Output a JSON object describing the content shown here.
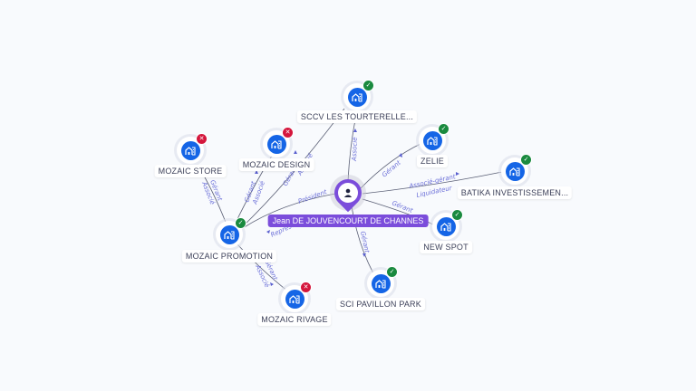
{
  "center": {
    "name": "Jean DE JOUVENCOURT DE CHANNES",
    "icon": "person-icon",
    "color": "#7b4ddb"
  },
  "nodes": [
    {
      "id": "sccv",
      "label": "SCCV LES TOURTERELLE...",
      "status": "active"
    },
    {
      "id": "design",
      "label": "MOZAIC DESIGN",
      "status": "closed"
    },
    {
      "id": "store",
      "label": "MOZAIC STORE",
      "status": "closed"
    },
    {
      "id": "zelie",
      "label": "ZELIE",
      "status": "active"
    },
    {
      "id": "batika",
      "label": "BATIKA INVESTISSEMEN...",
      "status": "active"
    },
    {
      "id": "newspot",
      "label": "NEW SPOT",
      "status": "active"
    },
    {
      "id": "promotion",
      "label": "MOZAIC PROMOTION",
      "status": "active"
    },
    {
      "id": "pavillon",
      "label": "SCI PAVILLON PARK",
      "status": "active"
    },
    {
      "id": "rivage",
      "label": "MOZAIC RIVAGE",
      "status": "closed"
    }
  ],
  "edges": [
    {
      "from": "center",
      "to": "sccv",
      "labels": [
        "Associé"
      ]
    },
    {
      "from": "center",
      "to": "zelie",
      "labels": [
        "Gérant"
      ]
    },
    {
      "from": "center",
      "to": "batika",
      "labels": [
        "Associé-gérant",
        "Liquidateur"
      ]
    },
    {
      "from": "center",
      "to": "newspot",
      "labels": [
        "Gérant"
      ]
    },
    {
      "from": "center",
      "to": "pavillon",
      "labels": [
        "Gérant"
      ]
    },
    {
      "from": "center",
      "to": "promotion",
      "labels": [
        "Président",
        "Représentant"
      ]
    },
    {
      "from": "promotion",
      "to": "store",
      "labels": [
        "Gérant",
        "Associé"
      ]
    },
    {
      "from": "promotion",
      "to": "design",
      "labels": [
        "Gérant",
        "Associé"
      ]
    },
    {
      "from": "promotion",
      "to": "sccv",
      "labels": [
        "Gérant",
        "Associé"
      ]
    },
    {
      "from": "promotion",
      "to": "rivage",
      "labels": [
        "Gérant",
        "Associé"
      ]
    }
  ],
  "status_icons": {
    "active": "check-icon",
    "closed": "cross-icon"
  },
  "colors": {
    "active": "#1a8a3f",
    "closed": "#d4163c",
    "company": "#1565e6",
    "edge_label": "#6b6fd8"
  }
}
